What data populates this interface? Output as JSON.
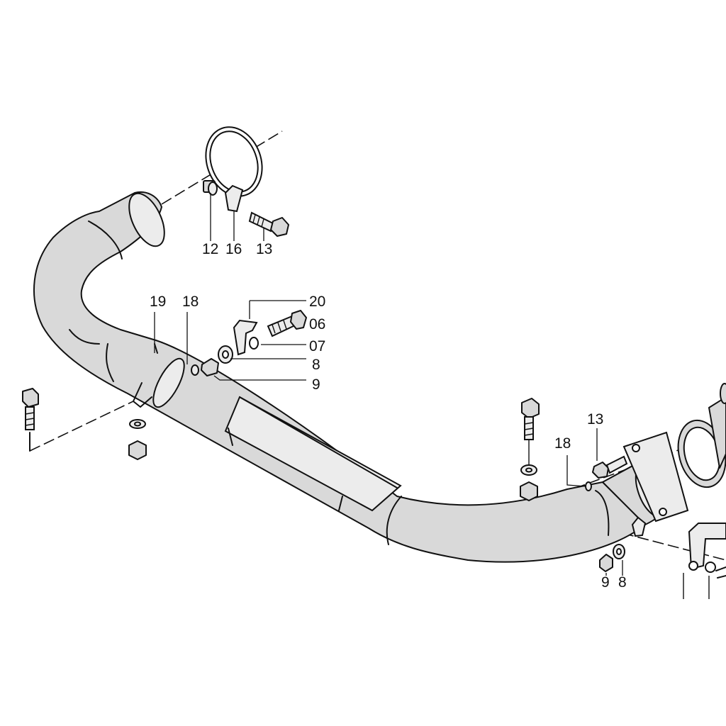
{
  "callouts": {
    "c12": "12",
    "c16": "16",
    "c13_top": "13",
    "c19": "19",
    "c18_left": "18",
    "c20": "20",
    "c06": "06",
    "c07": "07",
    "c8_mid": "8",
    "c9_mid": "9",
    "c13_right": "13",
    "c18_right": "18",
    "c9_bottom": "9",
    "c8_bottom": "8"
  }
}
